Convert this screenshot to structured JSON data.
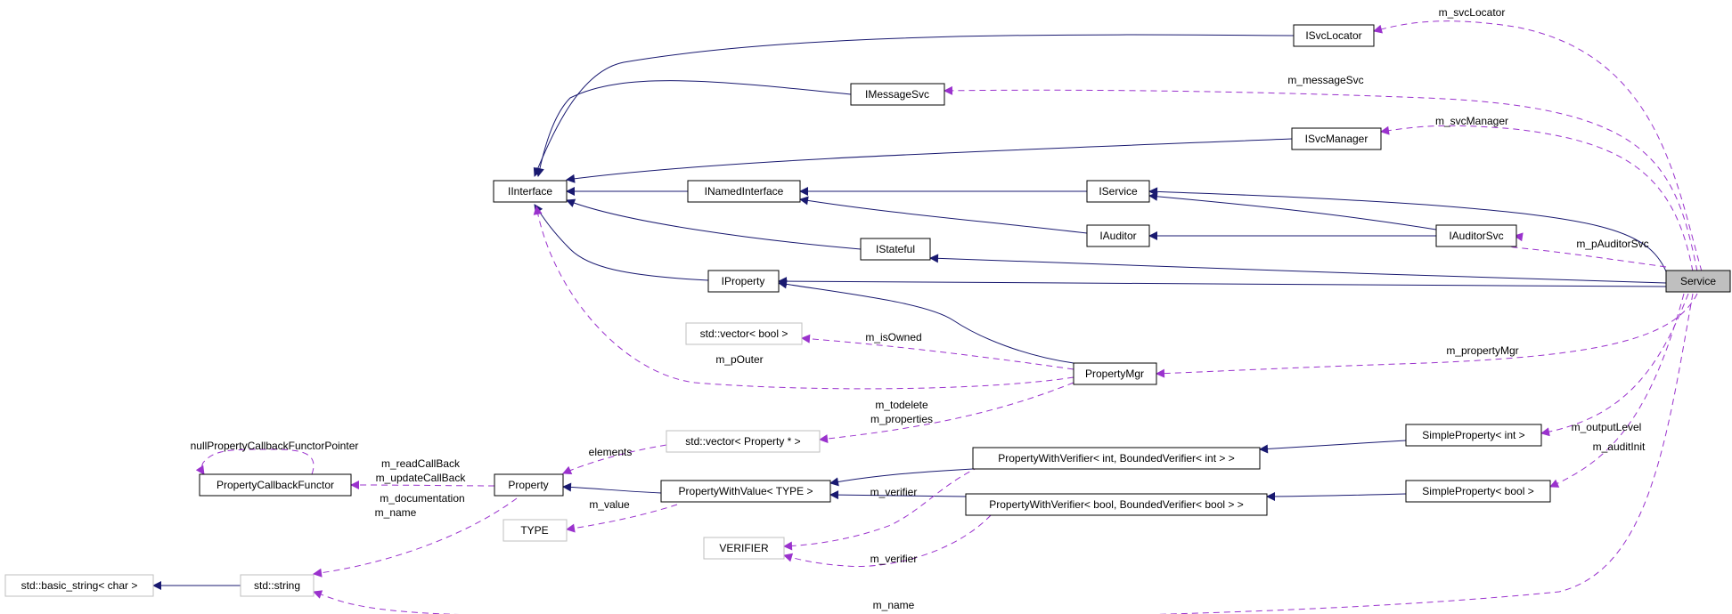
{
  "nodes": {
    "service": "Service",
    "isvclocator": "ISvcLocator",
    "imessagesvc": "IMessageSvc",
    "isvcmanager": "ISvcManager",
    "iinterface": "IInterface",
    "inamedinterface": "INamedInterface",
    "iservice": "IService",
    "iauditor": "IAuditor",
    "iauditorsvc": "IAuditorSvc",
    "istateful": "IStateful",
    "iproperty": "IProperty",
    "vector_bool": "std::vector< bool >",
    "propertymgr": "PropertyMgr",
    "vector_property": "std::vector< Property * >",
    "simpleproperty_int": "SimpleProperty< int >",
    "propertycallbackfunctor": "PropertyCallbackFunctor",
    "property": "Property",
    "propertywithverifier_int": "PropertyWithVerifier< int, BoundedVerifier< int > >",
    "propertywithvalue": "PropertyWithValue< TYPE >",
    "propertywithverifier_bool": "PropertyWithVerifier< bool, BoundedVerifier< bool > >",
    "simpleproperty_bool": "SimpleProperty< bool >",
    "type": "TYPE",
    "verifier": "VERIFIER",
    "basic_string": "std::basic_string< char >",
    "std_string": "std::string"
  },
  "edge_labels": {
    "m_svcLocator": "m_svcLocator",
    "m_messageSvc": "m_messageSvc",
    "m_svcManager": "m_svcManager",
    "m_pAuditorSvc": "m_pAuditorSvc",
    "m_isOwned": "m_isOwned",
    "m_pOuter": "m_pOuter",
    "m_propertyMgr": "m_propertyMgr",
    "m_outputLevel": "m_outputLevel",
    "m_todelete": "m_todelete",
    "m_properties": "m_properties",
    "nullPropertyCallbackFunctorPointer": "nullPropertyCallbackFunctorPointer",
    "m_readCallBack": "m_readCallBack",
    "m_updateCallBack": "m_updateCallBack",
    "elements": "elements",
    "m_auditInit": "m_auditInit",
    "m_documentation": "m_documentation",
    "m_name_property": "m_name",
    "m_verifier_int": "m_verifier",
    "m_value": "m_value",
    "m_verifier_bool": "m_verifier",
    "m_name_service": "m_name"
  },
  "colors": {
    "inheritance_edge": "#191970",
    "usage_edge": "#9a32cd",
    "highlight_fill": "#bfbfbf",
    "undocumented_border": "#bfbfbf"
  }
}
